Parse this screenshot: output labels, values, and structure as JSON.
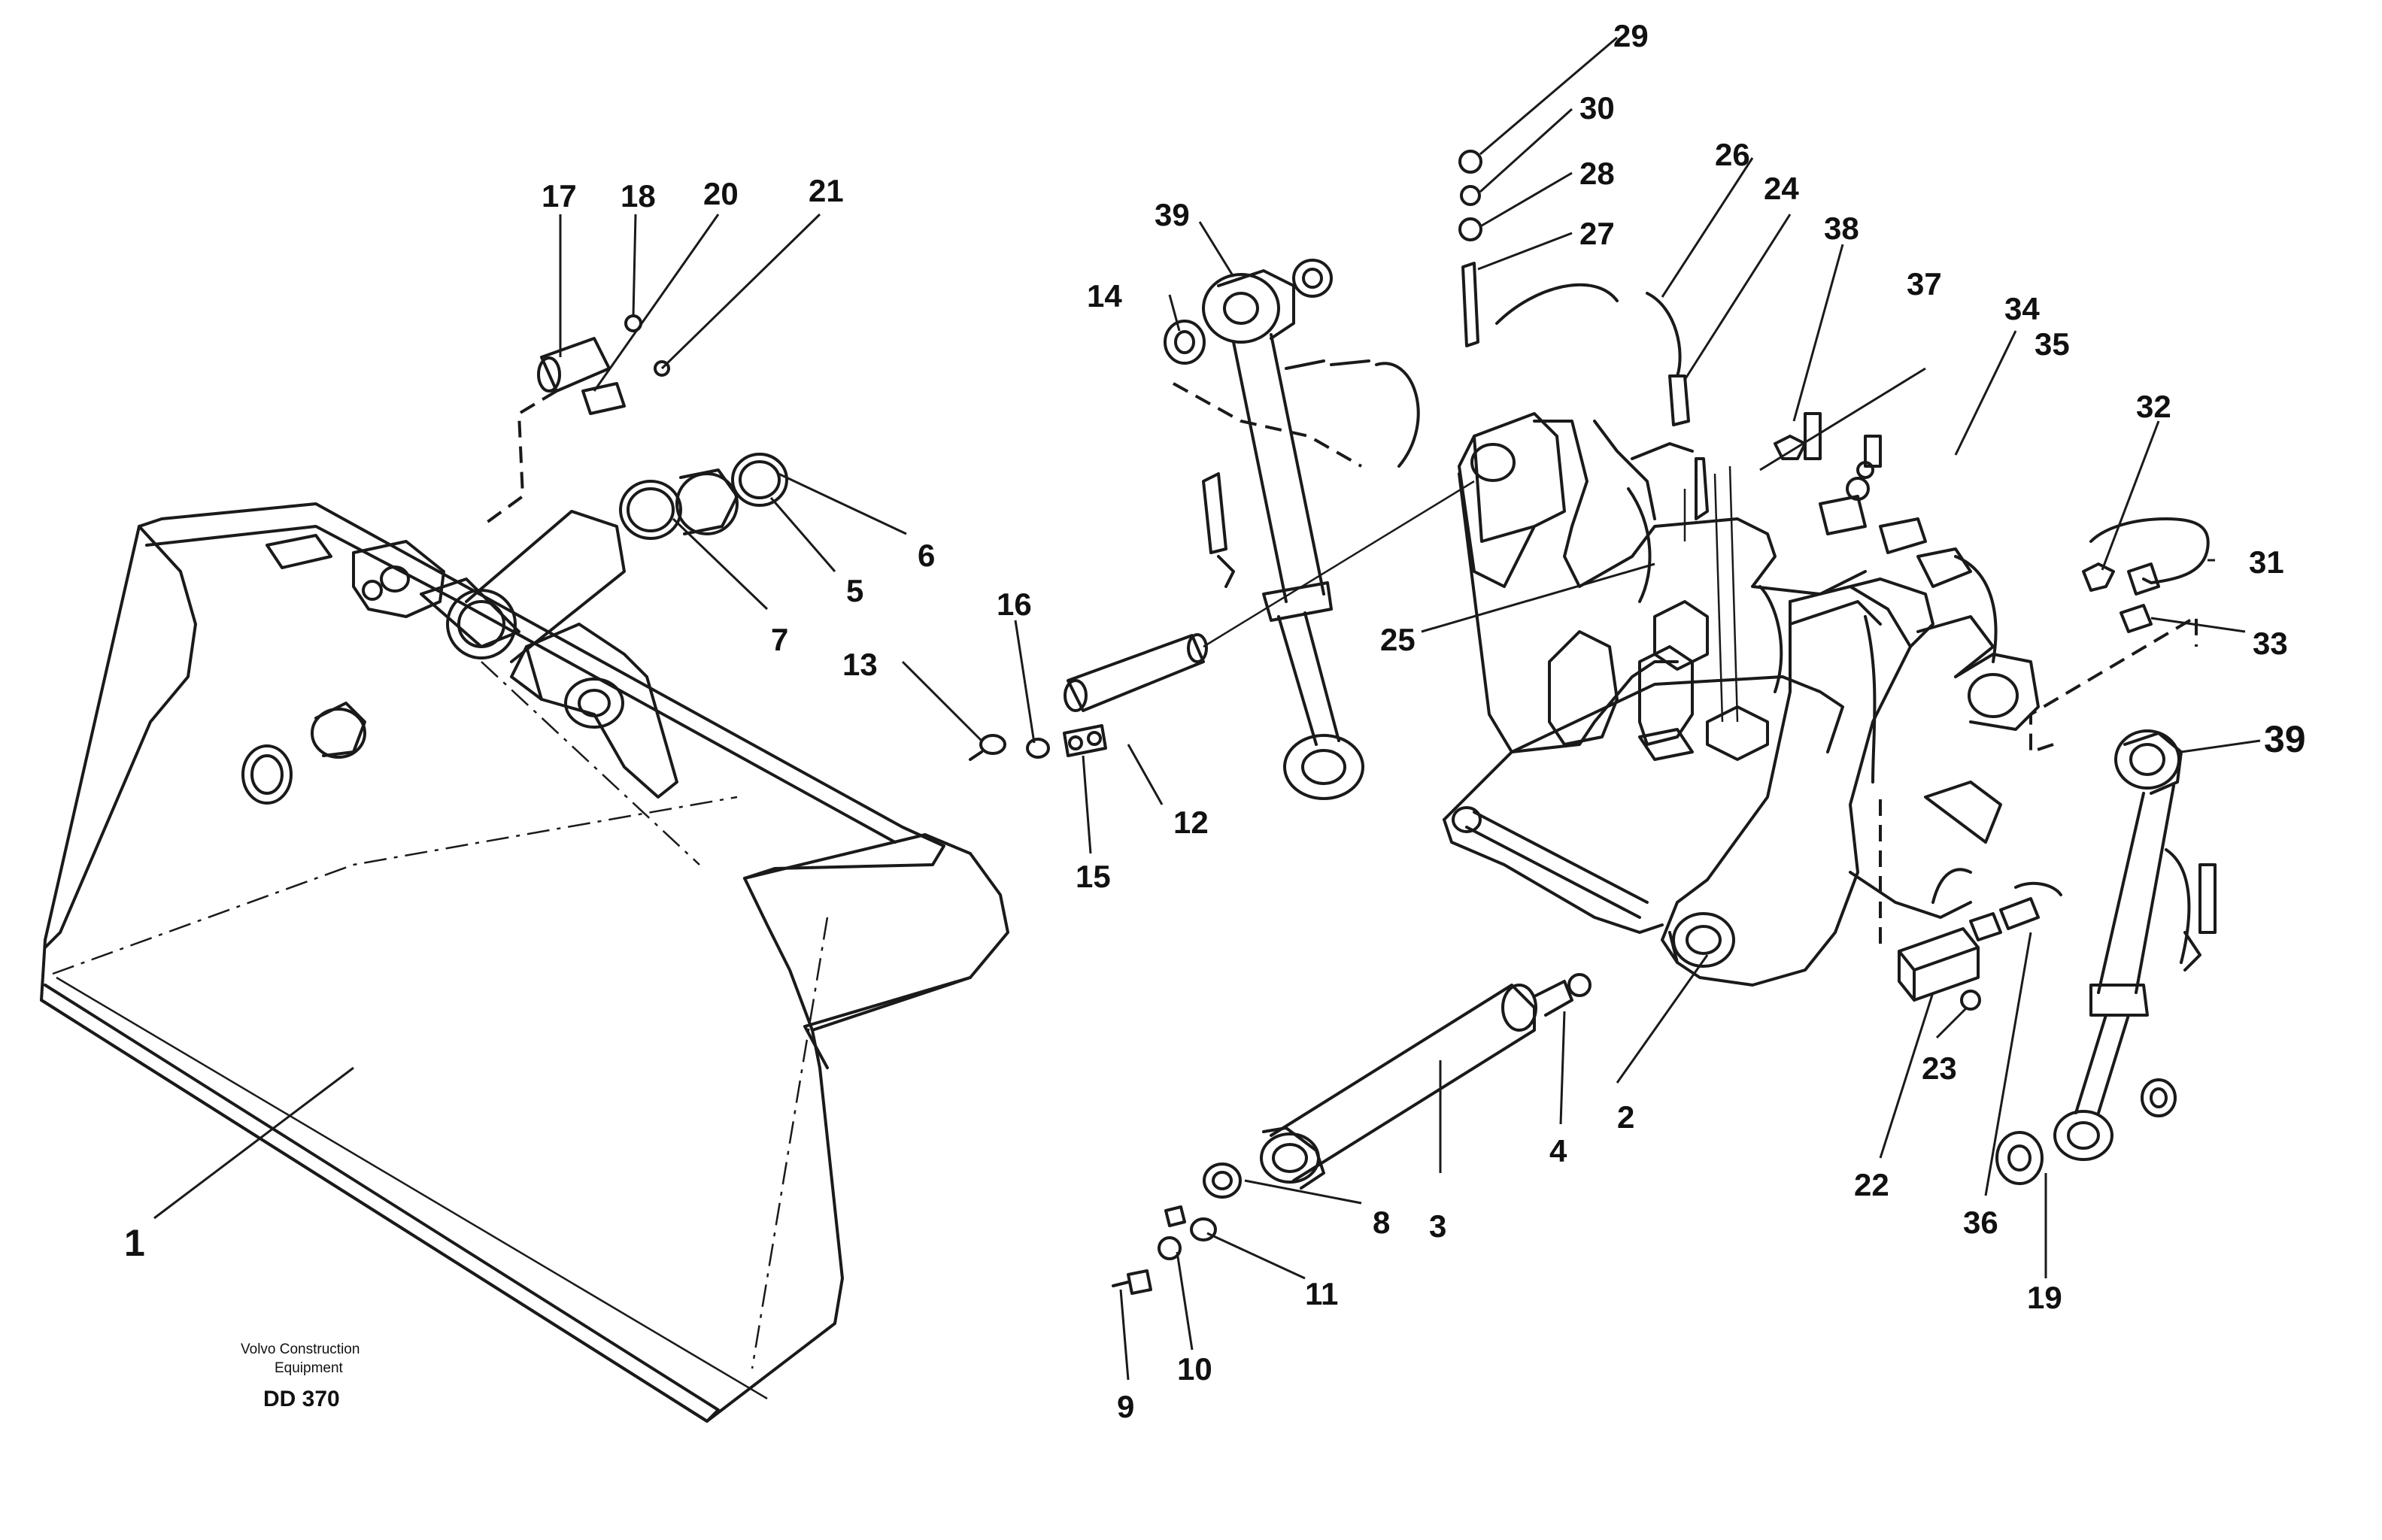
{
  "callouts": {
    "c1": "1",
    "c2": "2",
    "c3": "3",
    "c4": "4",
    "c5": "5",
    "c6": "6",
    "c7": "7",
    "c8": "8",
    "c9": "9",
    "c10": "10",
    "c11": "11",
    "c12": "12",
    "c13": "13",
    "c14": "14",
    "c15": "15",
    "c16": "16",
    "c17": "17",
    "c18": "18",
    "c19": "19",
    "c20": "20",
    "c21": "21",
    "c22": "22",
    "c23": "23",
    "c24": "24",
    "c25": "25",
    "c26": "26",
    "c27": "27",
    "c28": "28",
    "c29": "29",
    "c30": "30",
    "c31": "31",
    "c32": "32",
    "c33": "33",
    "c34": "34",
    "c35": "35",
    "c36": "36",
    "c37": "37",
    "c38": "38",
    "c39a": "39",
    "c39b": "39"
  },
  "credit": {
    "line1": "Volvo Construction",
    "line2": "Equipment",
    "code": "DD 370"
  }
}
